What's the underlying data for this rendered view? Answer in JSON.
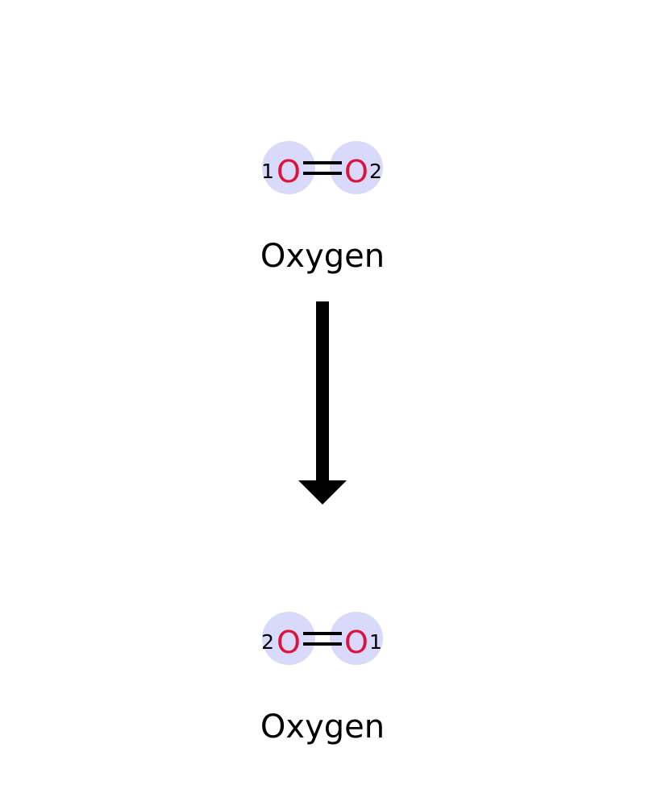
{
  "reaction": {
    "reactant": {
      "name": "Oxygen",
      "atoms": [
        {
          "symbol": "O",
          "index": "1"
        },
        {
          "symbol": "O",
          "index": "2"
        }
      ],
      "bond": "double"
    },
    "product": {
      "name": "Oxygen",
      "atoms": [
        {
          "symbol": "O",
          "index": "2"
        },
        {
          "symbol": "O",
          "index": "1"
        }
      ],
      "bond": "double"
    },
    "arrow": {
      "direction": "down"
    }
  },
  "colors": {
    "oxygen_atom": "#dc143c",
    "atom_highlight": "#d9d9fb",
    "bond": "#000000",
    "text": "#000000",
    "arrow": "#000000"
  }
}
